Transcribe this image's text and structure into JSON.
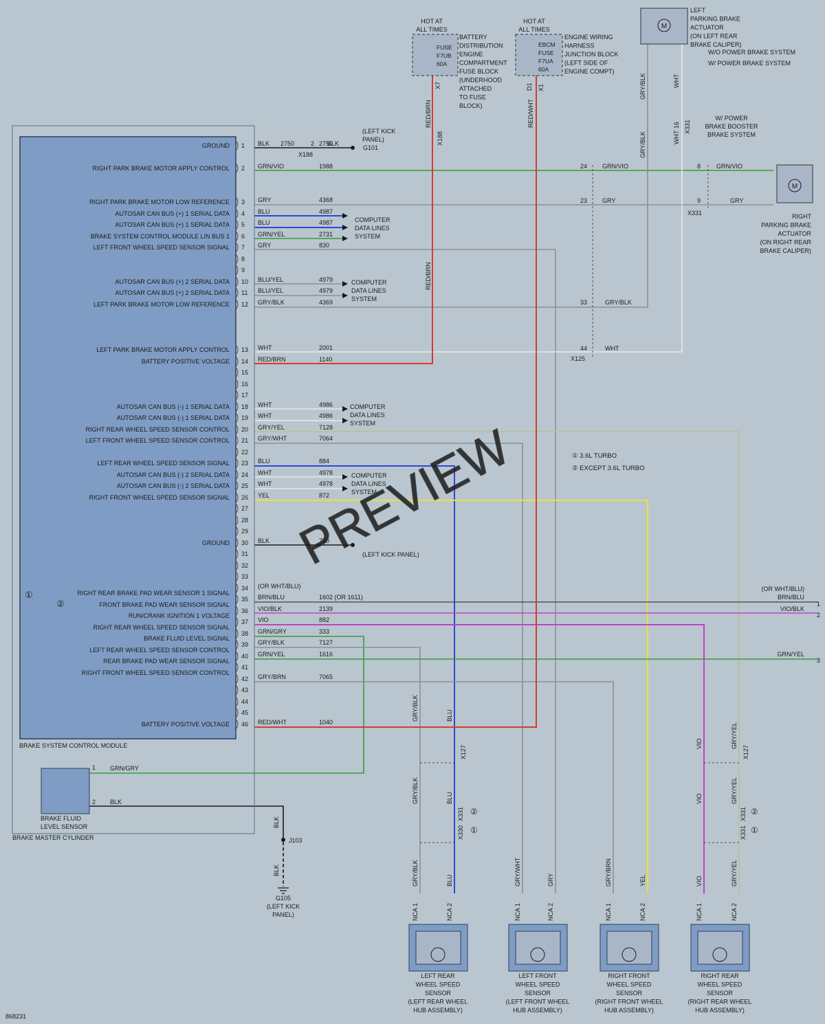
{
  "module": {
    "name": "BRAKE SYSTEM CONTROL MODULE",
    "marks": [
      "①",
      "②"
    ],
    "pins": [
      {
        "pin": "1",
        "label": "GROUND",
        "wire": "BLK",
        "circuit": "2750"
      },
      {
        "pin": "2",
        "label": "RIGHT PARK BRAKE MOTOR APPLY CONTROL",
        "wire": "GRN/VIO",
        "circuit": "1988"
      },
      {
        "pin": "3",
        "label": "RIGHT PARK BRAKE MOTOR LOW REFERENCE",
        "wire": "GRY",
        "circuit": "4368"
      },
      {
        "pin": "4",
        "label": "AUTOSAR CAN BUS (+) 1 SERIAL DATA",
        "wire": "BLU",
        "circuit": "4987"
      },
      {
        "pin": "5",
        "label": "AUTOSAR CAN BUS (+) 1 SERIAL DATA",
        "wire": "BLU",
        "circuit": "4987"
      },
      {
        "pin": "6",
        "label": "BRAKE SYSTEM CONTROL MODULE LIN BUS 1",
        "wire": "GRN/YEL",
        "circuit": "2731"
      },
      {
        "pin": "7",
        "label": "LEFT FRONT WHEEL SPEED SENSOR SIGNAL",
        "wire": "GRY",
        "circuit": "830"
      },
      {
        "pin": "8",
        "label": "",
        "wire": "",
        "circuit": ""
      },
      {
        "pin": "9",
        "label": "",
        "wire": "",
        "circuit": ""
      },
      {
        "pin": "10",
        "label": "AUTOSAR CAN BUS (+) 2 SERIAL DATA",
        "wire": "BLU/YEL",
        "circuit": "4979"
      },
      {
        "pin": "11",
        "label": "AUTOSAR CAN BUS (+) 2 SERIAL DATA",
        "wire": "BLU/YEL",
        "circuit": "4979"
      },
      {
        "pin": "12",
        "label": "LEFT PARK BRAKE MOTOR LOW REFERENCE",
        "wire": "GRY/BLK",
        "circuit": "4369"
      },
      {
        "pin": "13",
        "label": "LEFT PARK BRAKE MOTOR APPLY CONTROL",
        "wire": "WHT",
        "circuit": "2001"
      },
      {
        "pin": "14",
        "label": "BATTERY POSITIVE VOLTAGE",
        "wire": "RED/BRN",
        "circuit": "1140"
      },
      {
        "pin": "15",
        "label": "",
        "wire": "",
        "circuit": ""
      },
      {
        "pin": "16",
        "label": "",
        "wire": "",
        "circuit": ""
      },
      {
        "pin": "17",
        "label": "",
        "wire": "",
        "circuit": ""
      },
      {
        "pin": "18",
        "label": "AUTOSAR CAN BUS (-) 1 SERIAL DATA",
        "wire": "WHT",
        "circuit": "4986"
      },
      {
        "pin": "19",
        "label": "AUTOSAR CAN BUS (-) 1 SERIAL DATA",
        "wire": "WHT",
        "circuit": "4986"
      },
      {
        "pin": "20",
        "label": "RIGHT REAR WHEEL SPEED SENSOR CONTROL",
        "wire": "GRY/YEL",
        "circuit": "7128"
      },
      {
        "pin": "21",
        "label": "LEFT FRONT WHEEL SPEED SENSOR CONTROL",
        "wire": "GRY/WHT",
        "circuit": "7064"
      },
      {
        "pin": "22",
        "label": "",
        "wire": "",
        "circuit": ""
      },
      {
        "pin": "23",
        "label": "LEFT REAR WHEEL SPEED SENSOR SIGNAL",
        "wire": "BLU",
        "circuit": "884"
      },
      {
        "pin": "24",
        "label": "AUTOSAR CAN BUS (-) 2 SERIAL DATA",
        "wire": "WHT",
        "circuit": "4978"
      },
      {
        "pin": "25",
        "label": "AUTOSAR CAN BUS (-) 2 SERIAL DATA",
        "wire": "WHT",
        "circuit": "4978"
      },
      {
        "pin": "26",
        "label": "RIGHT FRONT WHEEL SPEED SENSOR SIGNAL",
        "wire": "YEL",
        "circuit": "872"
      },
      {
        "pin": "27",
        "label": "",
        "wire": "",
        "circuit": ""
      },
      {
        "pin": "28",
        "label": "",
        "wire": "",
        "circuit": ""
      },
      {
        "pin": "29",
        "label": "",
        "wire": "",
        "circuit": ""
      },
      {
        "pin": "30",
        "label": "GROUND",
        "wire": "BLK",
        "circuit": "750"
      },
      {
        "pin": "31",
        "label": "",
        "wire": "",
        "circuit": ""
      },
      {
        "pin": "32",
        "label": "",
        "wire": "",
        "circuit": ""
      },
      {
        "pin": "33",
        "label": "",
        "wire": "",
        "circuit": ""
      },
      {
        "pin": "34",
        "label": "",
        "wire": "(OR WHT/BLU)",
        "circuit": ""
      },
      {
        "pin": "35",
        "label": "RIGHT REAR BRAKE PAD WEAR SENSOR 1 SIGNAL",
        "wire": "BRN/BLU",
        "circuit": "1602  (OR 1611)"
      },
      {
        "pin": "36",
        "label": "FRONT BRAKE PAD WEAR SENSOR SIGNAL",
        "wire": "VIO/BLK",
        "circuit": "2139"
      },
      {
        "pin": "37",
        "label": "RUN/CRANK IGNITION 1 VOLTAGE",
        "wire": "VIO",
        "circuit": "882"
      },
      {
        "pin": "38",
        "label": "RIGHT REAR WHEEL SPEED SENSOR SIGNAL",
        "wire": "GRN/GRY",
        "circuit": "333"
      },
      {
        "pin": "39",
        "label": "BRAKE FLUID LEVEL SIGNAL",
        "wire": "GRY/BLK",
        "circuit": "7127"
      },
      {
        "pin": "40",
        "label": "LEFT REAR WHEEL SPEED SENSOR CONTROL",
        "wire": "GRN/YEL",
        "circuit": "1616"
      },
      {
        "pin": "41",
        "label": "REAR BRAKE PAD WEAR SENSOR SIGNAL",
        "wire": "",
        "circuit": ""
      },
      {
        "pin": "42",
        "label": "RIGHT FRONT WHEEL SPEED SENSOR CONTROL",
        "wire": "GRY/BRN",
        "circuit": "7065"
      },
      {
        "pin": "43",
        "label": "",
        "wire": "",
        "circuit": ""
      },
      {
        "pin": "44",
        "label": "",
        "wire": "",
        "circuit": ""
      },
      {
        "pin": "45",
        "label": "",
        "wire": "",
        "circuit": ""
      },
      {
        "pin": "46",
        "label": "BATTERY POSITIVE VOLTAGE",
        "wire": "RED/WHT",
        "circuit": "1040"
      }
    ]
  },
  "fuse_blocks": [
    {
      "hot": "HOT AT\nALL TIMES",
      "fuse": "FUSE\nF7UB\n60A",
      "desc": "BATTERY\nDISTRIBUTION\nENGINE\nCOMPARTMENT\nFUSE BLOCK\n(UNDERHOOD\nATTACHED\nTO FUSE\nBLOCK)",
      "pin": "X7",
      "wire": "RED/BRN"
    },
    {
      "hot": "HOT AT\nALL TIMES",
      "fuse": "EBCM\nFUSE\nF7UA\n60A",
      "desc": "ENGINE WIRING\nHARNESS\nJUNCTION BLOCK\n(LEFT SIDE OF\nENGINE COMPT)",
      "pin": "X1",
      "pin_num": "D1",
      "wire": "RED/WHT"
    }
  ],
  "left_actuator": {
    "title": "LEFT\nPARKING BRAKE\nACTUATOR\n(ON LEFT REAR\nBRAKE CALIPER)",
    "notes": [
      "W/O POWER BRAKE SYSTEM",
      "W/ POWER BRAKE SYSTEM"
    ],
    "wires": [
      "GRY/BLK",
      "WHT"
    ],
    "connector": "X331"
  },
  "right_actuator": {
    "title": "RIGHT\nPARKING BRAKE\nACTUATOR\n(ON RIGHT REAR\nBRAKE CALIPER)",
    "power_note": "W/ POWER\nBRAKE BOOSTER\nBRAKE SYSTEM",
    "wires": [
      "GRN/VIO",
      "GRY"
    ],
    "connector": "X331"
  },
  "ground_labels": {
    "g101": "G101",
    "g101_loc": "(LEFT KICK\nPANEL)",
    "g_mid": "(LEFT KICK PANEL)",
    "g105": "G105",
    "g105_loc": "(LEFT KICK\nPANEL)",
    "j103": "J103",
    "x188": "X188",
    "x125": "X125",
    "x127": "X127",
    "x330": "X330",
    "x331": "X331"
  },
  "computer_data_lines": "COMPUTER\nDATA LINES\nSYSTEM",
  "legend": [
    "3.6L TURBO",
    "EXCEPT 3.6L TURBO"
  ],
  "brake_master": {
    "sensor": "BRAKE FLUID\nLEVEL SENSOR",
    "cylinder": "BRAKE MASTER CYLINDER",
    "wires": [
      "GRN/GRY",
      "BLK"
    ]
  },
  "wheel_sensors": [
    {
      "name": "LEFT REAR\nWHEEL SPEED\nSENSOR\n(LEFT REAR WHEEL\nHUB ASSEMBLY)",
      "wires": [
        "GRY/BLK",
        "BLU"
      ]
    },
    {
      "name": "LEFT FRONT\nWHEEL SPEED\nSENSOR\n(LEFT FRONT WHEEL\nHUB ASSEMBLY)",
      "wires": [
        "GRY/WHT",
        "GRY"
      ]
    },
    {
      "name": "RIGHT FRONT\nWHEEL SPEED\nSENSOR\n(RIGHT FRONT WHEEL\nHUB ASSEMBLY)",
      "wires": [
        "GRY/BRN",
        "YEL"
      ]
    },
    {
      "name": "RIGHT REAR\nWHEEL SPEED\nSENSOR\n(RIGHT REAR WHEEL\nHUB ASSEMBLY)",
      "wires": [
        "VIO",
        "GRY/YEL"
      ]
    }
  ],
  "right_exit": [
    {
      "wire": "(OR WHT/BLU)\nBRN/BLU",
      "num": "1"
    },
    {
      "wire": "VIO/BLK",
      "num": "2"
    },
    {
      "wire": "GRN/YEL",
      "num": "3"
    }
  ],
  "watermark": "PREVIEW",
  "figure_id": "868231",
  "colors": {
    "bg": "#b9c6cf",
    "module": "#7f9dc4",
    "red": "#d83a2e",
    "blue": "#2f47d6",
    "green": "#3a9a3a",
    "yellow": "#e6e23a",
    "violet": "#c043c0",
    "grey": "#8b9096",
    "white": "#e6eaee",
    "black": "#1a1a1a"
  }
}
